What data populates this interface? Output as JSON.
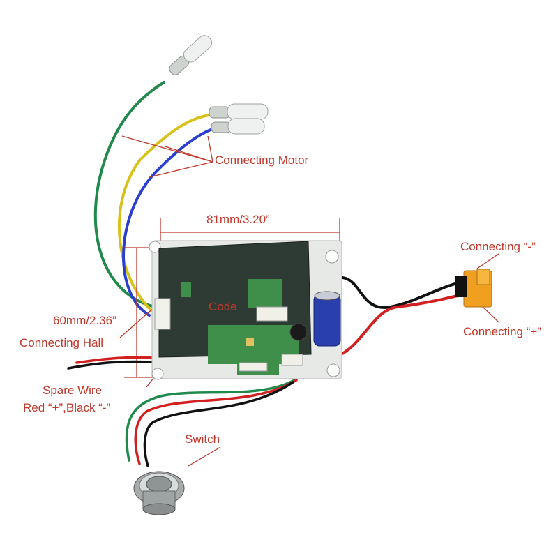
{
  "labels": {
    "connecting_motor": "Connecting Motor",
    "width_dim": "81mm/3.20”",
    "height_dim": "60mm/2.36”",
    "connecting_hall": "Connecting Hall",
    "code": "Code",
    "spare_wire_line1": "Spare Wire",
    "spare_wire_line2": "Red “+”,Black “-”",
    "switch": "Switch",
    "connecting_neg": "Connecting “-”",
    "connecting_pos": "Connecting “+”"
  },
  "colors": {
    "label": "#c0392b",
    "board": "#2e3b34",
    "pcb_green": "#3f8f4a",
    "wire_green": "#1f8a4c",
    "wire_yellow": "#d8c21a",
    "wire_blue": "#2a3fd0",
    "wire_red": "#d22020",
    "wire_black": "#111111",
    "connector_orange": "#f0a020",
    "capacitor_blue": "#2a3fae"
  }
}
